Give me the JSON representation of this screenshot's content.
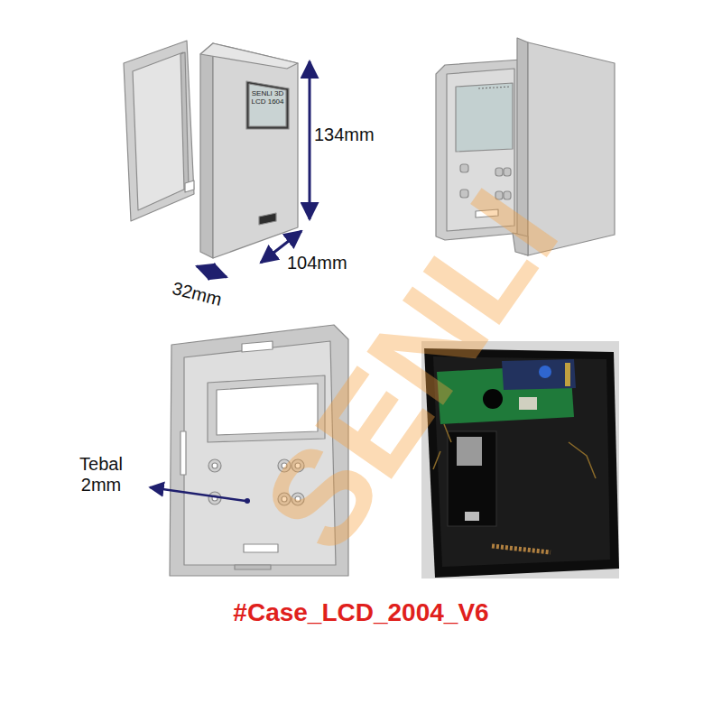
{
  "diagram": {
    "caption": "#Case_LCD_2004_V6",
    "labels": [
      "SENLI 3D LCD 1604",
      "134mm",
      "104mm",
      "32mm",
      "Tebal 2mm",
      "SENLI"
    ]
  }
}
